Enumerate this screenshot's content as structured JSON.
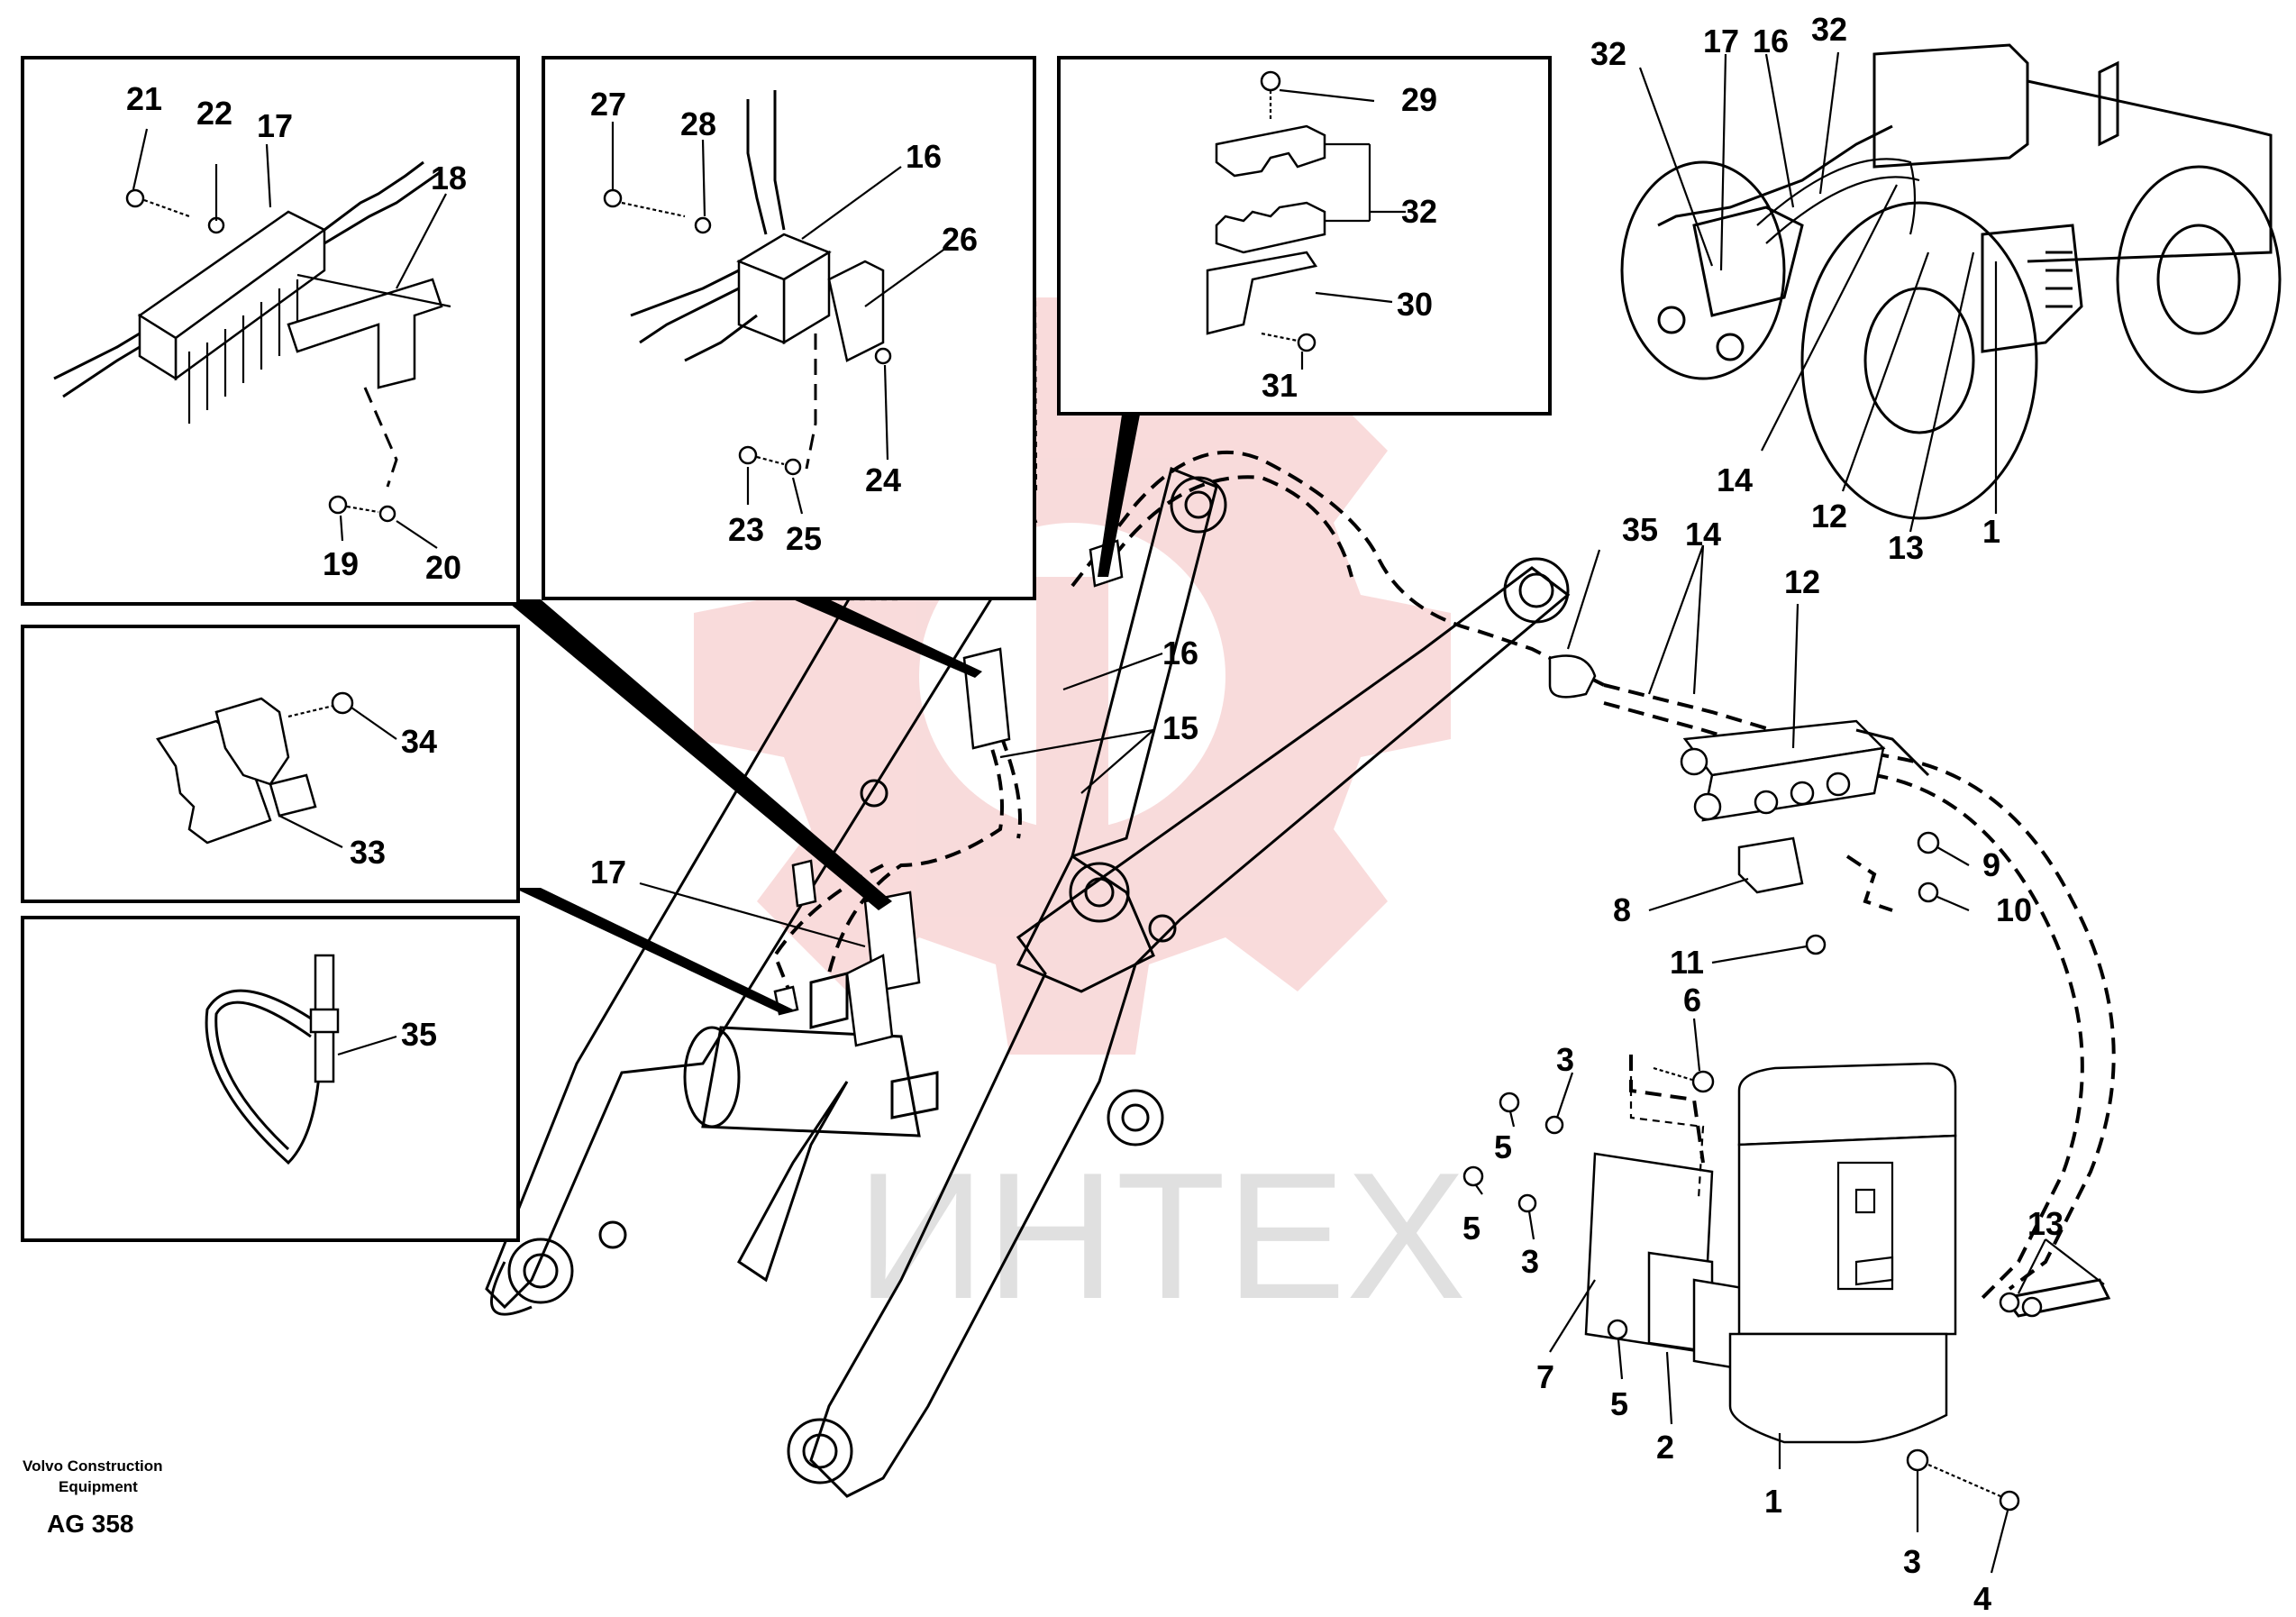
{
  "watermark": {
    "text": "ИНТЕХ",
    "logo_color": "#f3b8b8",
    "text_color": "#c8c8c8"
  },
  "footer": {
    "publisher_line1": "Volvo Construction",
    "publisher_line2": "Equipment",
    "code": "AG 358"
  },
  "inset_a": {
    "labels": [
      "21",
      "22",
      "17",
      "18",
      "19",
      "20"
    ]
  },
  "inset_b": {
    "labels": [
      "27",
      "28",
      "16",
      "26",
      "23",
      "25",
      "24"
    ]
  },
  "inset_c": {
    "labels": [
      "29",
      "32",
      "30",
      "31"
    ]
  },
  "inset_d": {
    "labels": [
      "34",
      "33"
    ]
  },
  "inset_e": {
    "labels": [
      "35"
    ]
  },
  "machine_labels": [
    "32",
    "17",
    "16",
    "32",
    "14",
    "12",
    "13",
    "1"
  ],
  "boom_labels": [
    "16",
    "15",
    "17"
  ],
  "distributor_labels": [
    "35",
    "14",
    "12",
    "9",
    "8",
    "10",
    "11"
  ],
  "pump_labels": [
    "6",
    "3",
    "5",
    "5",
    "3",
    "7",
    "5",
    "2",
    "1",
    "3",
    "4",
    "13"
  ]
}
